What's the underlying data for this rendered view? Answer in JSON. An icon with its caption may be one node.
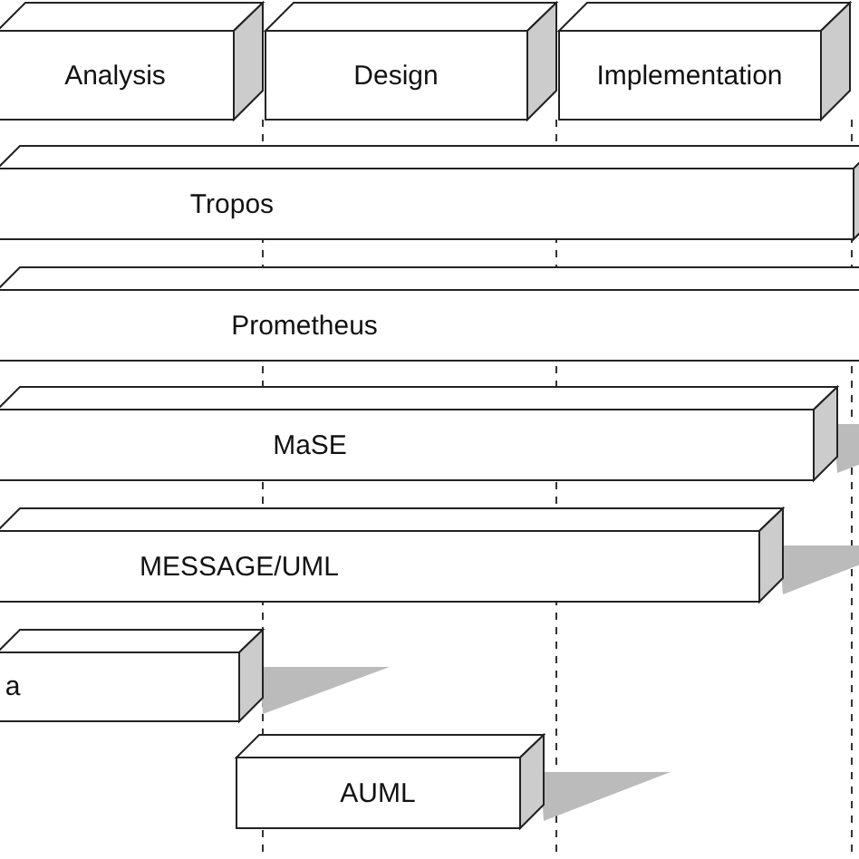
{
  "diagram": {
    "nodes": [
      {
        "text": [
          "Analysis"
        ]
      },
      {
        "text": [
          "Design"
        ]
      },
      {
        "text": [
          "Implementation"
        ]
      },
      {
        "text": [
          "Tropos"
        ]
      },
      {
        "text": [
          "Prometheus"
        ]
      },
      {
        "text": [
          "MaSE"
        ]
      },
      {
        "text": [
          "MESSAGE/UML"
        ]
      },
      {
        "text": [
          "a"
        ]
      },
      {
        "text": [
          "AUML"
        ]
      }
    ]
  }
}
